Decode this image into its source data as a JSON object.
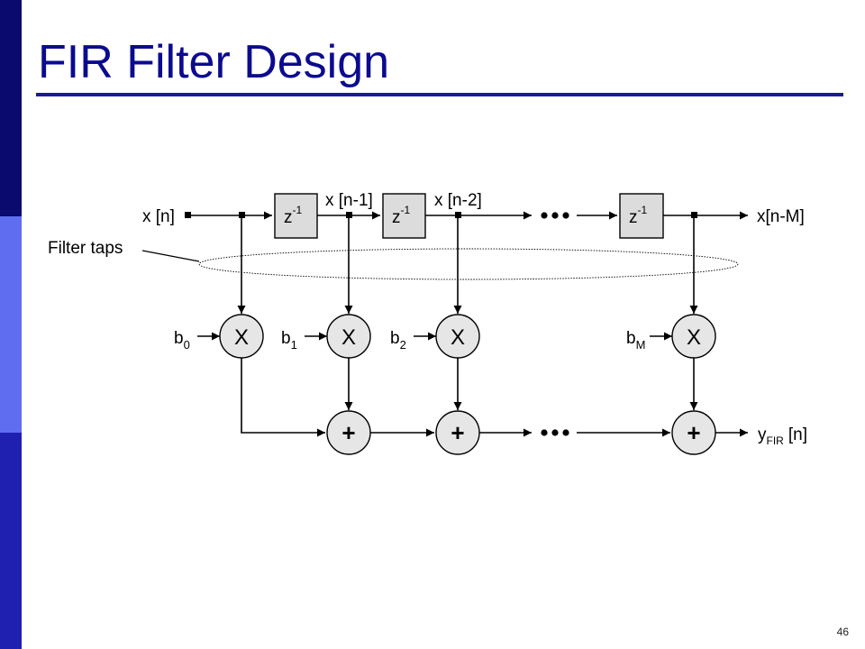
{
  "slide": {
    "title": "FIR Filter Design",
    "page_number": "46"
  },
  "colors": {
    "title": "#0b0b8f",
    "rule": "#1a1aa0",
    "sidebar_dark": "#0a0a6e",
    "sidebar_mid": "#1f1fb0",
    "sidebar_light": "#5f6ef0",
    "delay_fill": "#dcdcdc",
    "node_fill": "#e6e6e6"
  },
  "diagram": {
    "input_label": {
      "main": "x [n]"
    },
    "delay_box_label": {
      "main": "z",
      "sup": "-1"
    },
    "tap_label_1": {
      "main": "x [n-1]"
    },
    "tap_label_2": {
      "main": "x [n-2]"
    },
    "output_label": {
      "main": "x[n-M]"
    },
    "filter_taps_label": "Filter taps",
    "multiplier_symbol": "X",
    "adder_symbol": "+",
    "coefficients": [
      {
        "main": "b",
        "sub": "0"
      },
      {
        "main": "b",
        "sub": "1"
      },
      {
        "main": "b",
        "sub": "2"
      },
      {
        "main": "b",
        "sub": "M"
      }
    ],
    "fir_output": {
      "main": "y",
      "sub": "FIR",
      "tail": "[n]"
    }
  }
}
